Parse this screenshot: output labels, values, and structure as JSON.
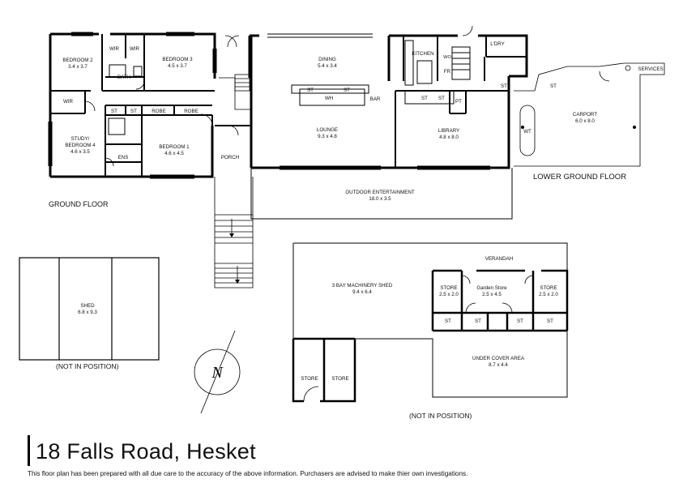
{
  "title": "18 Falls Road, Hesket",
  "disclaimer": "This floor plan has been prepared with all due care to the accuracy of the above information. Purchasers are advised to make thier own investigations.",
  "captions": {
    "ground_floor": "GROUND FLOOR",
    "lower_ground_floor": "LOWER GROUND FLOOR",
    "not_in_position_1": "(NOT IN POSITION)",
    "not_in_position_2": "(NOT IN POSITION)"
  },
  "compass": {
    "letter": "N"
  },
  "rooms": {
    "bedroom2": {
      "name": "BEDROOM 2",
      "size": "3.4 x 3.7"
    },
    "wir1": {
      "name": "WIR"
    },
    "wir2": {
      "name": "WIR"
    },
    "bedroom3": {
      "name": "BEDROOM 3",
      "size": "4.5 x 3.7"
    },
    "bath": {
      "name": "BATH"
    },
    "wir3": {
      "name": "WIR"
    },
    "st1": {
      "name": "ST"
    },
    "st2": {
      "name": "ST"
    },
    "robe1": {
      "name": "ROBE"
    },
    "robe2": {
      "name": "ROBE"
    },
    "study": {
      "name": "STUDY/",
      "name2": "BEDROOM 4",
      "size": "4.6 x 3.5"
    },
    "ens": {
      "name": "ENS"
    },
    "bedroom1": {
      "name": "BEDROOM 1",
      "size": "4.6 x 4.5"
    },
    "porch": {
      "name": "PORCH"
    },
    "dining": {
      "name": "DINING",
      "size": "5.4 x 3.4"
    },
    "st3": {
      "name": "ST"
    },
    "wh": {
      "name": "WH"
    },
    "st4": {
      "name": "ST"
    },
    "bar": {
      "name": "BAR"
    },
    "lounge": {
      "name": "LOUNGE",
      "size": "9.3 x 4.8"
    },
    "kitchen": {
      "name": "KITCHEN"
    },
    "wo": {
      "name": "WO"
    },
    "fr": {
      "name": "FR"
    },
    "ldry": {
      "name": "L'DRY"
    },
    "st5": {
      "name": "ST"
    },
    "st6": {
      "name": "ST"
    },
    "st7": {
      "name": "ST"
    },
    "pt": {
      "name": "PT"
    },
    "library": {
      "name": "LIBRARY",
      "size": "4.8 x 8.0"
    },
    "outdoor": {
      "name": "OUTDOOR ENTERTAINMENT",
      "size": "18.0 x 3.5"
    },
    "services": {
      "name": "SERVICES"
    },
    "st8": {
      "name": "ST"
    },
    "carport": {
      "name": "CARPORT",
      "size": "6.0 x 8.0"
    },
    "wt": {
      "name": "WT"
    },
    "shed": {
      "name": "SHED",
      "size": "6.8 x 9.3"
    },
    "machinery": {
      "name": "3 BAY MACHINERY SHED",
      "size": "9.4 x 6.4"
    },
    "verandah": {
      "name": "VERANDAH"
    },
    "store1": {
      "name": "STORE",
      "size": "2.5 x 2.0"
    },
    "garden": {
      "name": "Garden Store",
      "size": "2.5 x 4.5"
    },
    "store2": {
      "name": "STORE",
      "size": "2.5 x 2.0"
    },
    "st9": {
      "name": "ST"
    },
    "st10": {
      "name": "ST"
    },
    "st11": {
      "name": "ST"
    },
    "st12": {
      "name": "ST"
    },
    "undercover": {
      "name": "UNDER COVER AREA",
      "size": "8.7 x 4.4"
    },
    "store3": {
      "name": "STORE"
    },
    "store4": {
      "name": "STORE"
    }
  }
}
